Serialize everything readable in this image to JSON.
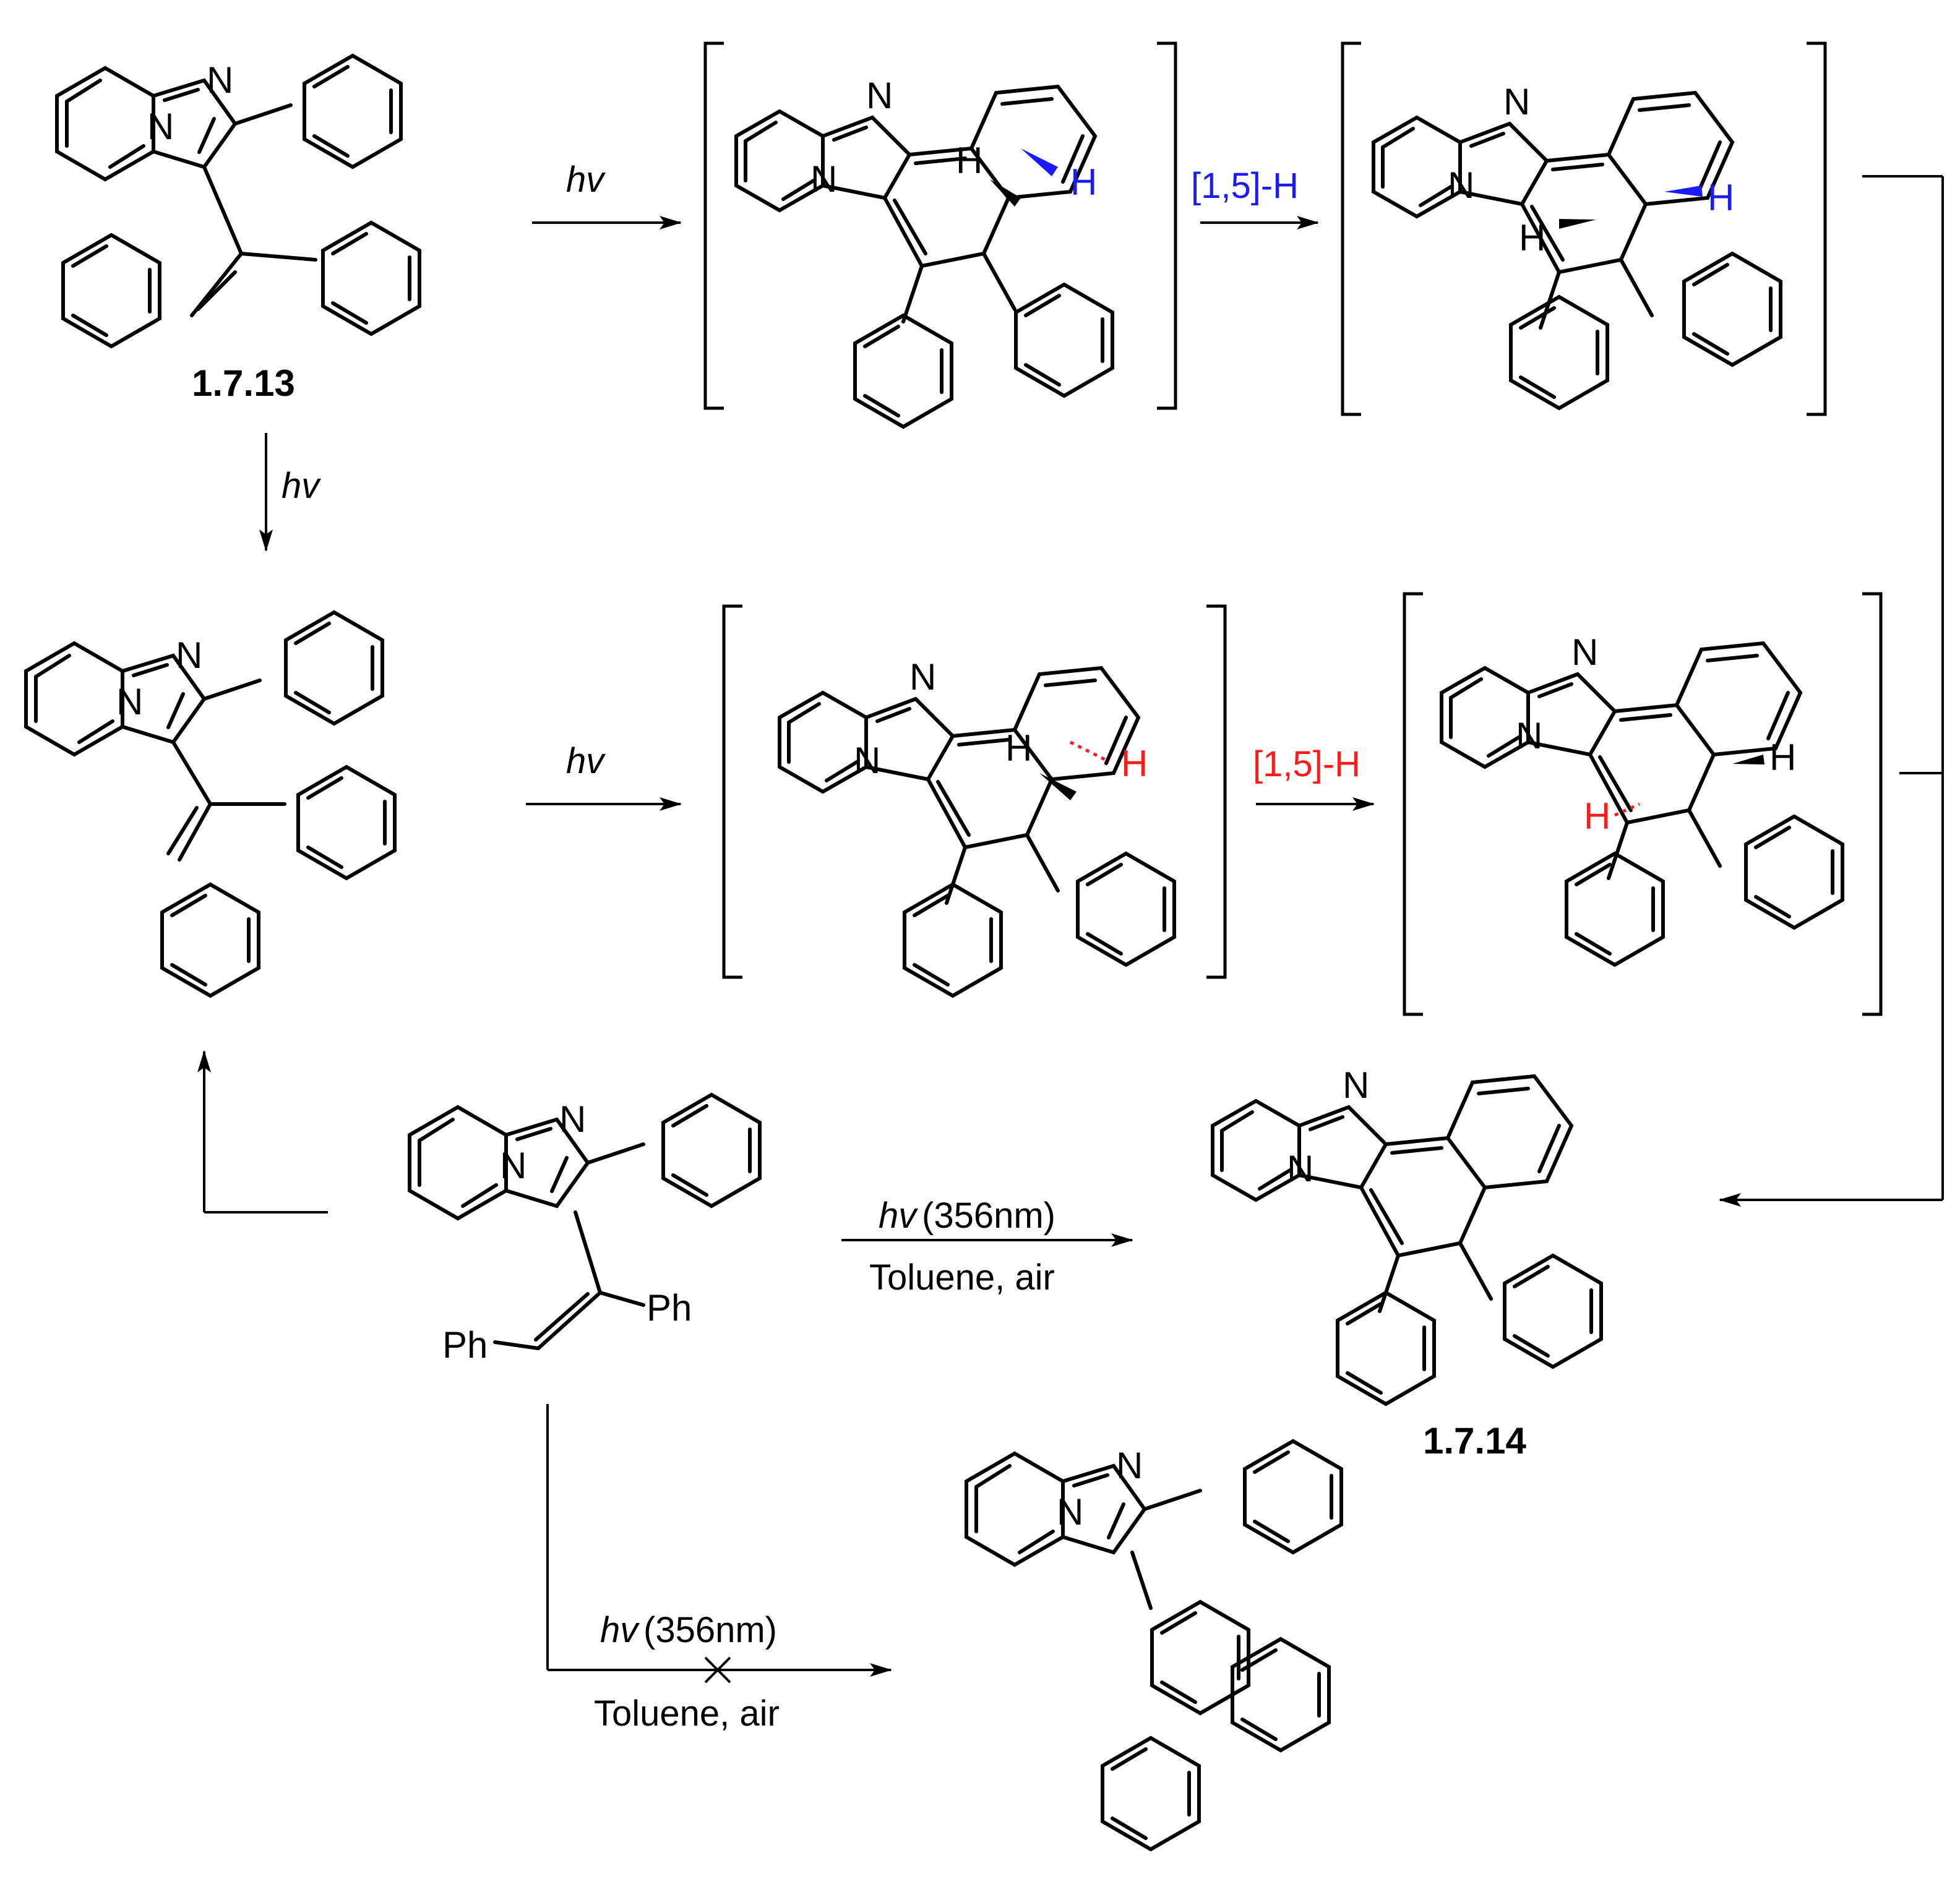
{
  "labels": {
    "compound_1713": "1.7.13",
    "compound_1714": "1.7.14",
    "hv": "hv",
    "shift_15H": "[1,5]-H",
    "wavelength": "(356nm)",
    "conditions": "Toluene,  air",
    "ph": "Ph",
    "n": "N",
    "h": "H"
  },
  "colors": {
    "ink": "#000000",
    "blue_path": "#1a1aff",
    "red_path": "#ff1a1a"
  }
}
